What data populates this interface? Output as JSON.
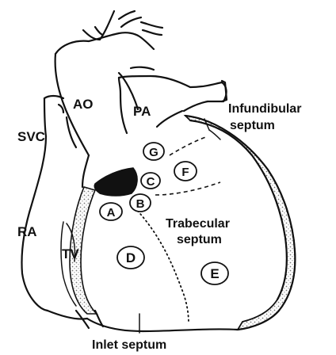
{
  "labels": {
    "ao": "AO",
    "pa": "PA",
    "svc": "SVC",
    "ra": "RA",
    "tv": "TV",
    "infundibular_line1": "Infundibular",
    "infundibular_line2": "septum",
    "trabecular_line1": "Trabecular",
    "trabecular_line2": "septum",
    "inlet": "Inlet septum"
  },
  "regions": {
    "a": "A",
    "b": "B",
    "c": "C",
    "d": "D",
    "e": "E",
    "f": "F",
    "g": "G"
  },
  "colors": {
    "ink": "#111111",
    "stipple": "#d9d9d9",
    "membranous_defect": "#111111"
  }
}
